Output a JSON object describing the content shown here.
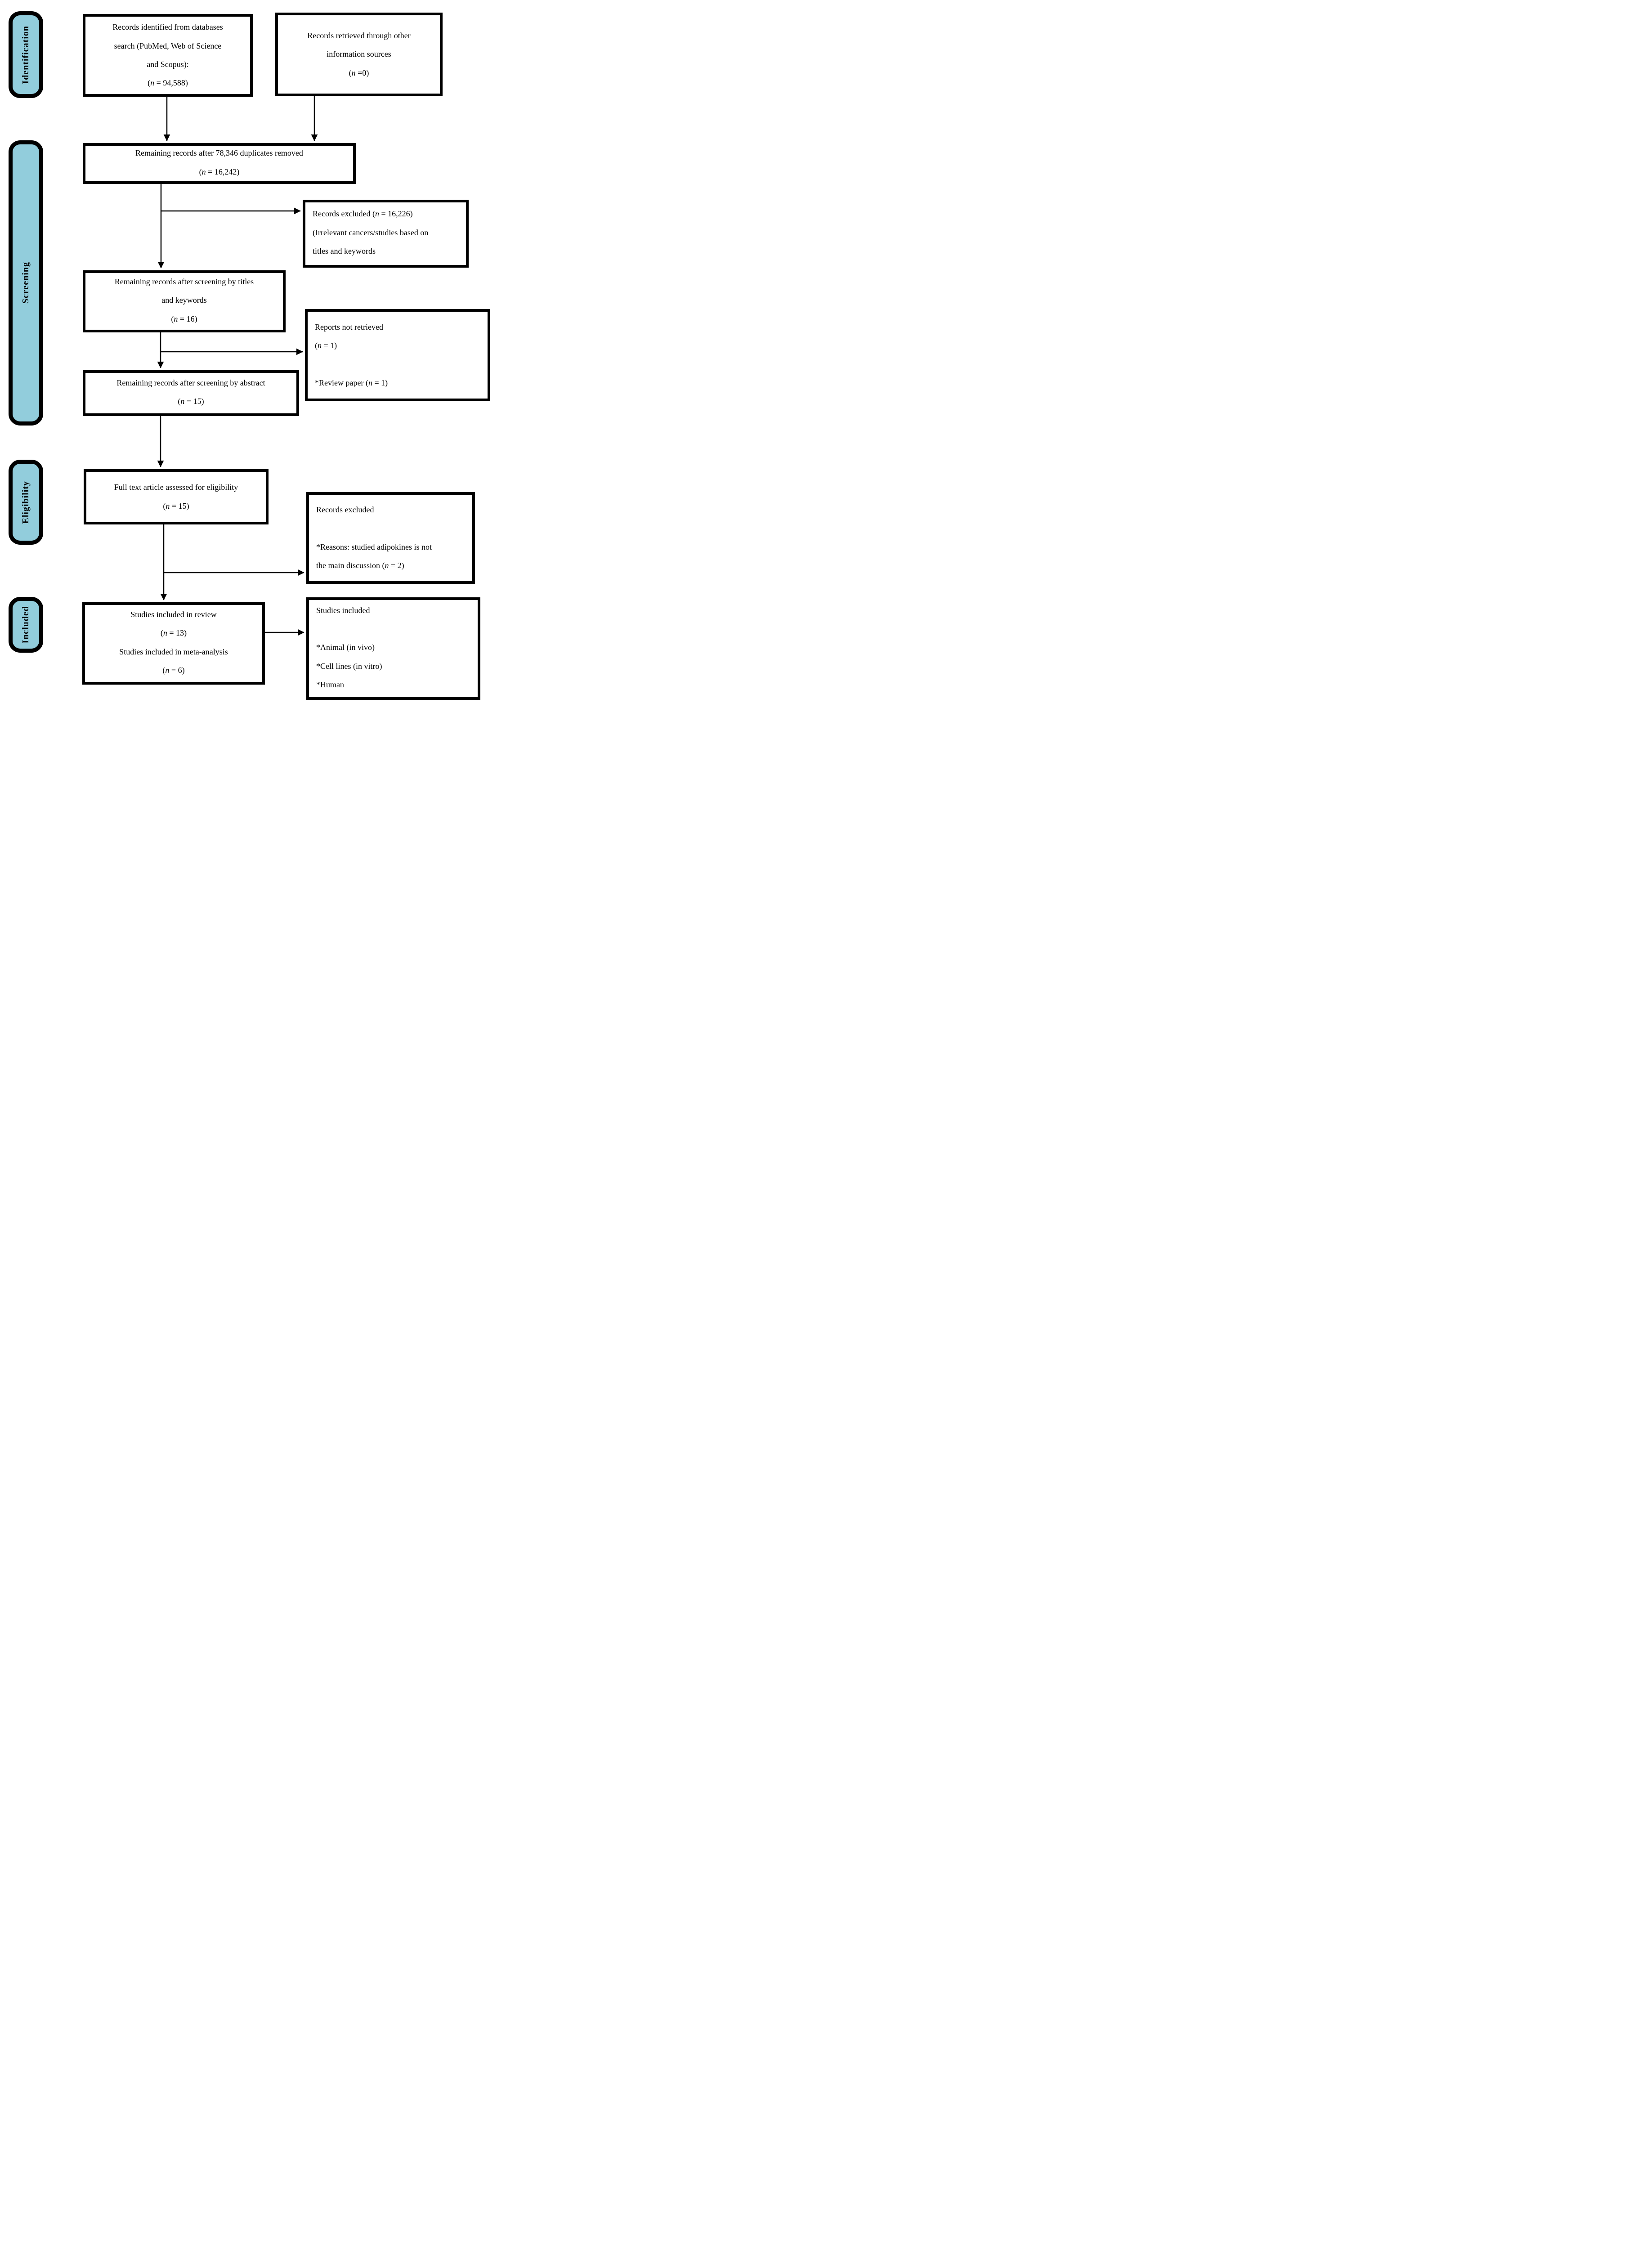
{
  "colors": {
    "sidebar_fill": "#92CDDC",
    "line": "#000000"
  },
  "sidebar": {
    "items": [
      {
        "label": "Identification"
      },
      {
        "label": "Screening"
      },
      {
        "label": "Eligibility"
      },
      {
        "label": "Included"
      }
    ]
  },
  "boxes": {
    "identified": {
      "lines": [
        "Records identified from databases",
        "search (PubMed, Web of Science",
        "and Scopus):",
        "(n = 94,588)"
      ]
    },
    "other_sources": {
      "lines": [
        "Records retrieved through other",
        "information sources",
        "(n =0)"
      ]
    },
    "duplicates_removed": {
      "lines": [
        "Remaining records after 78,346 duplicates removed",
        "(n = 16,242)"
      ]
    },
    "records_excluded_titles": {
      "lines": [
        "Records excluded (n = 16,226)",
        "(Irrelevant cancers/studies based on",
        "titles and keywords"
      ]
    },
    "screened_titles": {
      "lines": [
        "Remaining records after screening by titles",
        "and keywords",
        "(n = 16)"
      ]
    },
    "reports_not_retrieved": {
      "lines": [
        "Reports not retrieved",
        "(n = 1)",
        "",
        "*Review paper (n = 1)"
      ]
    },
    "screened_abstract": {
      "lines": [
        "Remaining records after screening by abstract",
        "(n = 15)"
      ]
    },
    "full_text": {
      "lines": [
        "Full text article assessed for eligibility",
        "(n = 15)"
      ]
    },
    "records_excluded_reasons": {
      "lines": [
        "Records excluded",
        "",
        "*Reasons: studied adipokines is not",
        "the main discussion (n = 2)"
      ]
    },
    "included_review": {
      "lines": [
        "Studies included in review",
        "(n = 13)",
        "Studies included in meta-analysis",
        "(n = 6)"
      ]
    },
    "included_types": {
      "lines": [
        "Studies included",
        "",
        "*Animal (in vivo)",
        "*Cell lines (in vitro)",
        "*Human"
      ]
    }
  }
}
